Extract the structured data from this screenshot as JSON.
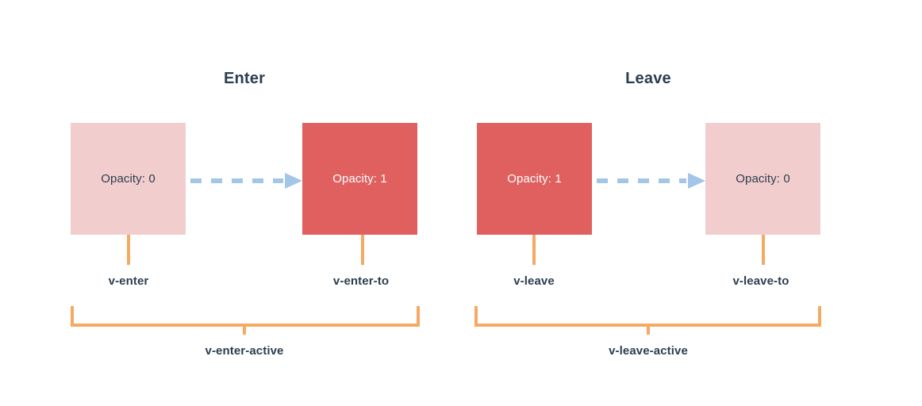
{
  "diagram": {
    "title_enter": "Enter",
    "title_leave": "Leave",
    "colors": {
      "box_light": "#f2cdcd",
      "box_solid": "#e06060",
      "arrow": "#a3c6e8",
      "connector": "#f5a962",
      "text": "#2c3e50",
      "text_inverse": "#ffffff",
      "background": "#ffffff"
    },
    "groups": [
      {
        "name": "enter",
        "title": "Enter",
        "active_class": "v-enter-active",
        "states": [
          {
            "box_label": "Opacity: 0",
            "class_label": "v-enter",
            "tone": "light"
          },
          {
            "box_label": "Opacity: 1",
            "class_label": "v-enter-to",
            "tone": "solid"
          }
        ]
      },
      {
        "name": "leave",
        "title": "Leave",
        "active_class": "v-leave-active",
        "states": [
          {
            "box_label": "Opacity: 1",
            "class_label": "v-leave",
            "tone": "solid"
          },
          {
            "box_label": "Opacity: 0",
            "class_label": "v-leave-to",
            "tone": "light"
          }
        ]
      }
    ]
  }
}
